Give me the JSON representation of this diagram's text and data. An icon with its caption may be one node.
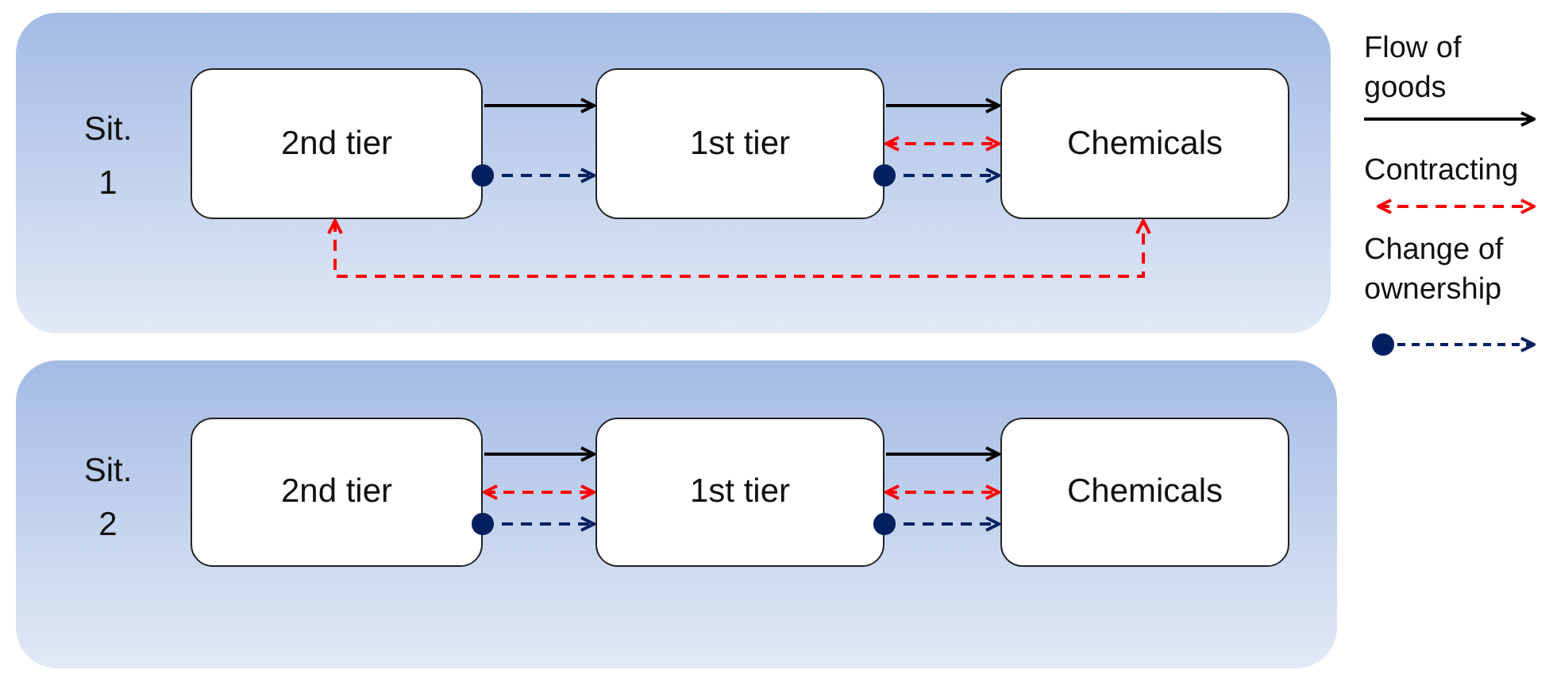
{
  "diagram": {
    "nodes": [
      {
        "text": [
          "Sit. 1"
        ]
      },
      {
        "text": [
          "2nd tier"
        ],
        "in": 0
      },
      {
        "text": [
          "1st tier"
        ],
        "in": 0
      },
      {
        "text": [
          "Chemicals"
        ],
        "in": 0
      },
      {
        "text": [
          "Sit. 2"
        ]
      },
      {
        "text": [
          "2nd tier"
        ],
        "in": 4
      },
      {
        "text": [
          "1st tier"
        ],
        "in": 4
      },
      {
        "text": [
          "Chemicals"
        ],
        "in": 4
      }
    ],
    "edges": [
      {
        "from": 1,
        "to": 2,
        "arrow": "to"
      },
      {
        "from": 1,
        "to": 2,
        "arrow": "to",
        "style": "dashed",
        "color": "#002060"
      },
      {
        "from": 2,
        "to": 3,
        "arrow": "to"
      },
      {
        "from": 2,
        "to": 3,
        "arrow": "both",
        "style": "dashed",
        "color": "#ff0000"
      },
      {
        "from": 2,
        "to": 3,
        "arrow": "to",
        "style": "dashed",
        "color": "#002060"
      },
      {
        "from": 1,
        "to": 3,
        "arrow": "both",
        "style": "dashed",
        "color": "#ff0000"
      },
      {
        "from": 5,
        "to": 6,
        "arrow": "to"
      },
      {
        "from": 5,
        "to": 6,
        "arrow": "both",
        "style": "dashed",
        "color": "#ff0000"
      },
      {
        "from": 5,
        "to": 6,
        "arrow": "to",
        "style": "dashed",
        "color": "#002060"
      },
      {
        "from": 6,
        "to": 7,
        "arrow": "to"
      },
      {
        "from": 6,
        "to": 7,
        "arrow": "both",
        "style": "dashed",
        "color": "#ff0000"
      },
      {
        "from": 6,
        "to": 7,
        "arrow": "to",
        "style": "dashed",
        "color": "#002060"
      }
    ],
    "legend": [
      {
        "text": "Flow of goods"
      },
      {
        "text": "Contracting"
      },
      {
        "text": "Change of ownership"
      }
    ]
  }
}
